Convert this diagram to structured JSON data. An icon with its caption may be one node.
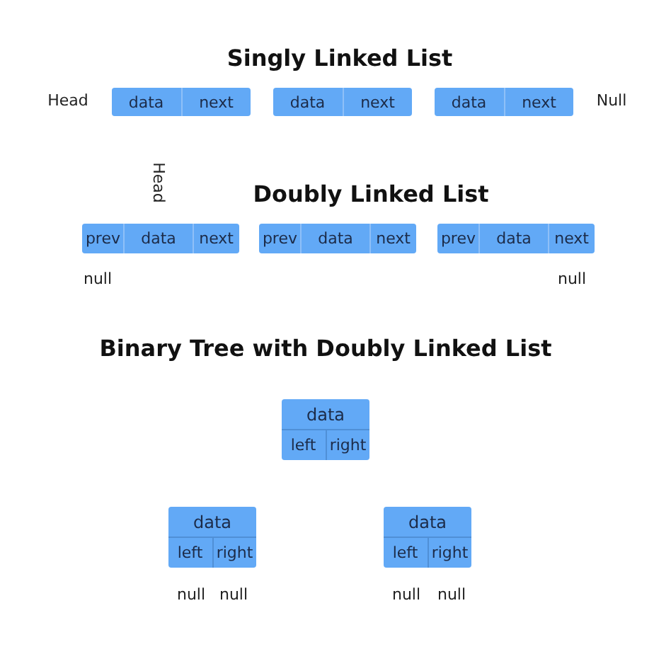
{
  "diagram": {
    "nodes": [
      {
        "text": [
          "data",
          "next"
        ]
      },
      {
        "text": [
          "data",
          "next"
        ]
      },
      {
        "text": [
          "data",
          "next"
        ]
      },
      {
        "text": [
          "prev",
          "data",
          "next"
        ]
      },
      {
        "text": [
          "prev",
          "data",
          "next"
        ]
      },
      {
        "text": [
          "prev",
          "data",
          "next"
        ]
      },
      {
        "text": [
          "data",
          "left",
          "right"
        ]
      },
      {
        "text": [
          "data",
          "left",
          "right"
        ]
      },
      {
        "text": [
          "data",
          "left",
          "right"
        ]
      }
    ],
    "labels": [
      "Singly Linked List",
      "Head",
      "Null",
      "Head",
      "Doubly Linked List",
      "null",
      "null",
      "Binary Tree with Doubly Linked List",
      "null",
      "null",
      "null",
      "null"
    ]
  }
}
